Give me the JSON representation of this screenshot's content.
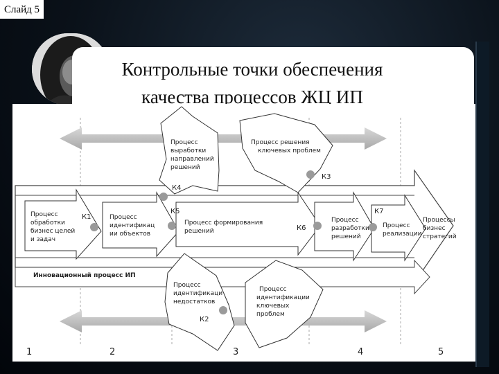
{
  "slide": {
    "label": "Слайд 5"
  },
  "title": {
    "line1": "Контрольные точки обеспечения",
    "line2": "качества процессов ЖЦ ИП"
  },
  "diagram": {
    "process_generation": [
      "Процесс",
      "выработки",
      "направлений",
      "решений"
    ],
    "process_solving": [
      "Процесс решения",
      "ключевых проблем"
    ],
    "process_goals": [
      "Процесс",
      "обработки",
      "бизнес целей",
      "и задач"
    ],
    "process_identify_objects": [
      "Процесс",
      "идентификац",
      "ии объектов"
    ],
    "process_forming": [
      "Процесс формирования",
      "решений"
    ],
    "process_develop": [
      "Процесс",
      "разработки",
      "решений"
    ],
    "process_realize": [
      "Процесс",
      "реализации"
    ],
    "process_business": [
      "Процессы",
      "бизнес",
      "стратегий"
    ],
    "innovation_label": "Инновационный процесс ИП",
    "process_shortcomings": [
      "Процесс",
      "идентификаци",
      "недостатков"
    ],
    "process_key_problems": [
      "Процесс",
      "идентификации",
      "ключевых",
      "проблем"
    ],
    "checkpoints": {
      "k1": "К1",
      "k2": "К2",
      "k3": "К3",
      "k4": "К4",
      "k5": "К5",
      "k6": "К6",
      "k7": "К7"
    },
    "stages": [
      "1",
      "2",
      "3",
      "4",
      "5"
    ]
  }
}
